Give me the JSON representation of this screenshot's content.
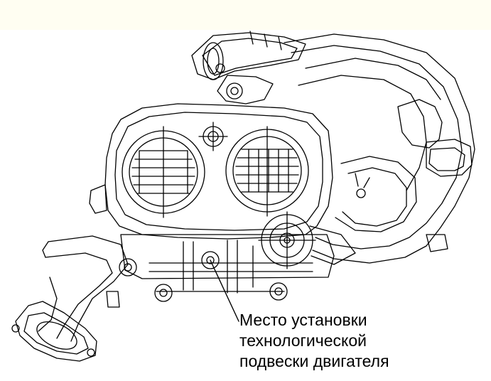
{
  "callout": {
    "lines": [
      "Место установки",
      "технологической",
      "подвески двигателя"
    ]
  }
}
